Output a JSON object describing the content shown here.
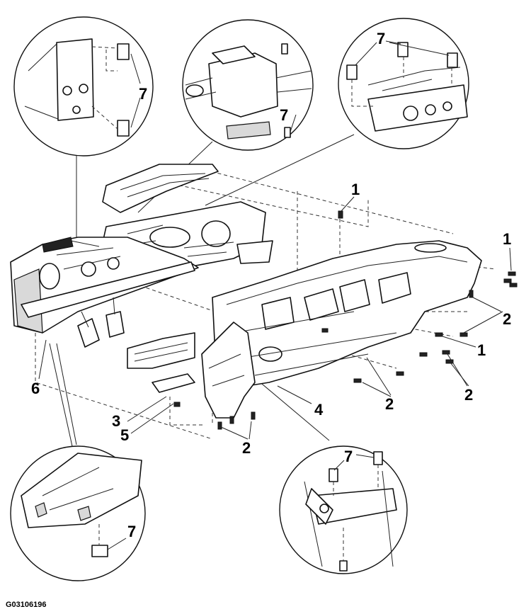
{
  "figure_code": "G03106196",
  "callouts": {
    "c1a": "1",
    "c1b": "1",
    "c1c": "1",
    "c2a": "2",
    "c2b": "2",
    "c2c": "2",
    "c2d": "2",
    "c3": "3",
    "c4": "4",
    "c5": "5",
    "c6": "6",
    "c7a": "7",
    "c7b": "7",
    "c7c": "7",
    "c7d": "7",
    "c7e": "7"
  }
}
